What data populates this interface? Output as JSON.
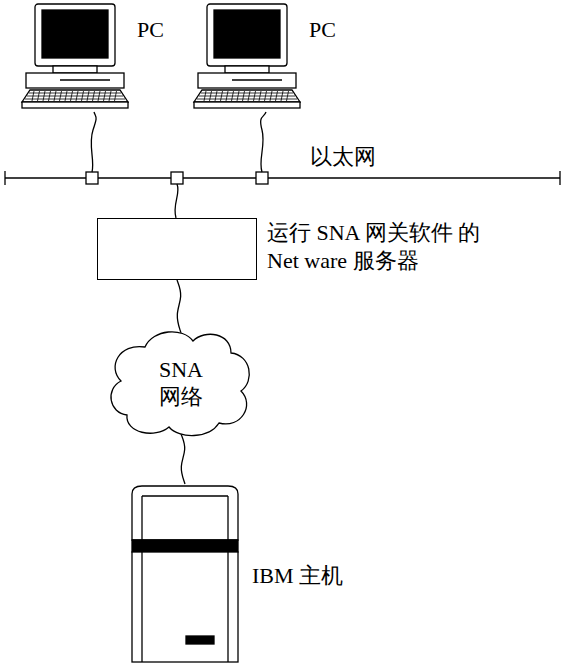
{
  "diagram": {
    "nodes": [
      {
        "text": [
          "PC"
        ]
      },
      {
        "text": [
          "PC"
        ]
      },
      {
        "text": [
          "运行 SNA 网关软件 的 Net ware 服务器"
        ]
      },
      {
        "text": [
          "SNA 网络"
        ]
      },
      {
        "text": [
          "IBM 主机"
        ]
      }
    ],
    "edges": [
      {
        "from": 2,
        "to": 3,
        "arrow": "none"
      },
      {
        "from": 3,
        "to": 4,
        "arrow": "none"
      }
    ],
    "labels": [
      "以太网"
    ]
  }
}
